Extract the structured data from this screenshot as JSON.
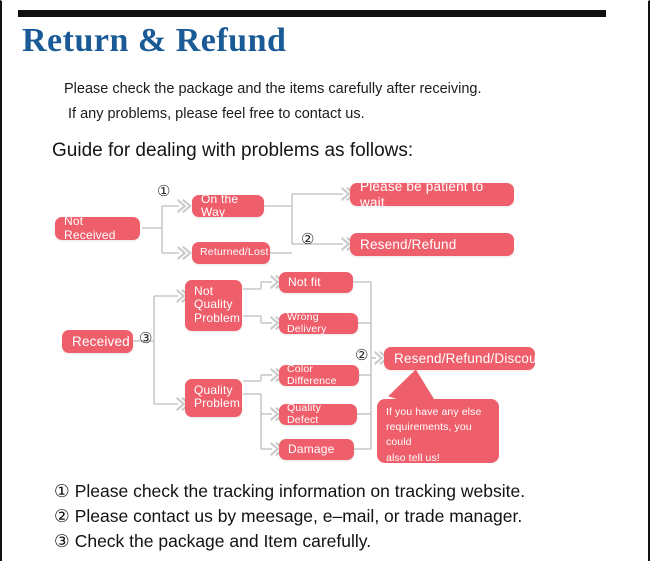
{
  "page": {
    "title": "Return & Refund",
    "title_color": "#1a5a96",
    "accent_color": "#ef5f6b",
    "rule_color": "#111111"
  },
  "intro": {
    "line1": "Please check the package and the items carefully after receiving.",
    "line2": "If any problems, please feel free to contact us."
  },
  "guide_heading": "Guide for dealing with problems as follows:",
  "flow": {
    "nodes": {
      "not_received": "Not Received",
      "on_the_way": "On the Way",
      "returned_lost": "Returned/Lost",
      "please_be_patient": "Please be patient to wait",
      "resend_refund": "Resend/Refund",
      "received": "Received",
      "not_quality_problem": "Not\nQuality\nProblem",
      "not_quality_problem_l1": "Not",
      "not_quality_problem_l2": "Quality",
      "not_quality_problem_l3": "Problem",
      "not_fit": "Not fit",
      "wrong_delivery": "Wrong Delivery",
      "quality_problem_l1": "Quality",
      "quality_problem_l2": "Problem",
      "color_difference": "Color Difference",
      "quality_defect": "Quality Defect",
      "damage": "Damage",
      "resend_refund_discount": "Resend/Refund/Discount"
    },
    "markers": {
      "one_top": "①",
      "two_middle": "②",
      "three_received": "③",
      "two_discount": "②"
    },
    "bubble": {
      "line1": "If you have any else",
      "line2": "requirements, you could",
      "line3": "also tell us!"
    }
  },
  "notes": [
    {
      "marker": "①",
      "text": "Please check the tracking information on tracking website."
    },
    {
      "marker": "②",
      "text": "Please contact us by meesage, e–mail, or trade manager."
    },
    {
      "marker": "③",
      "text": "Check the package and Item carefully."
    }
  ]
}
